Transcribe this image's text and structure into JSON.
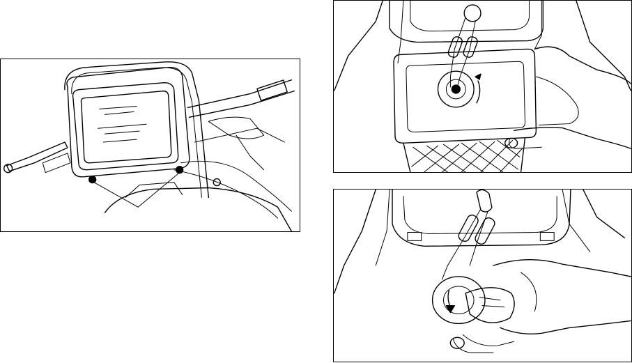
{
  "figures": [
    {
      "id": "fig1",
      "subject": "headlight-assembly"
    },
    {
      "id": "fig2",
      "subject": "bulb-holder-rotate"
    },
    {
      "id": "fig3",
      "subject": "bulb-removal"
    }
  ],
  "colors": {
    "line": "#000000",
    "background": "#ffffff"
  }
}
